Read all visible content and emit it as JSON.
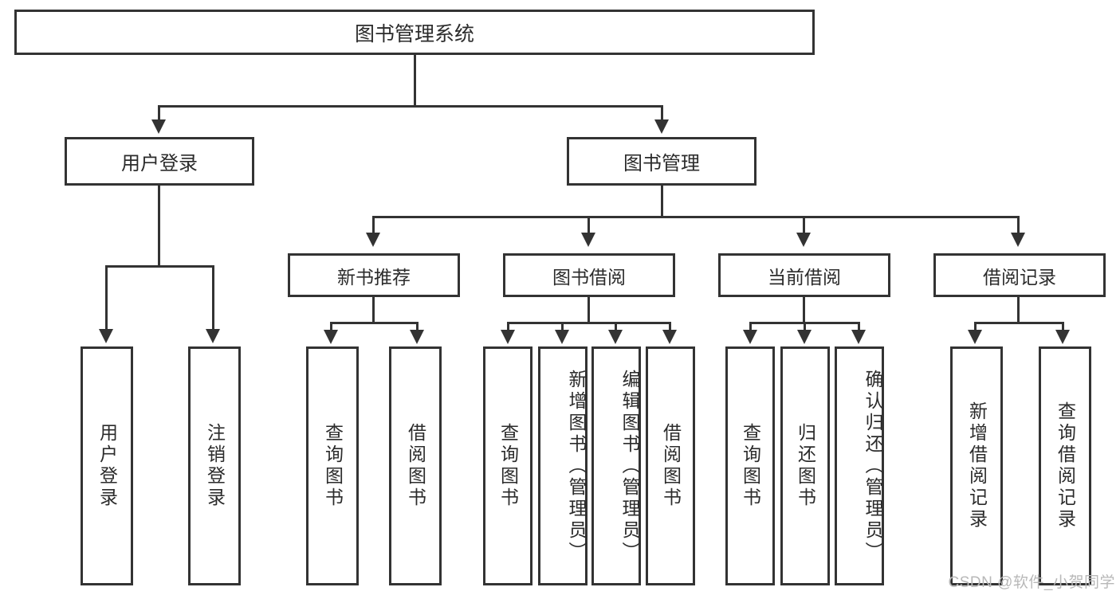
{
  "diagram": {
    "title": "图书管理系统",
    "type": "hierarchy-tree",
    "root": {
      "label": "图书管理系统"
    },
    "level1": [
      {
        "label": "用户登录"
      },
      {
        "label": "图书管理"
      }
    ],
    "level2": [
      {
        "label": "新书推荐",
        "parent": "图书管理"
      },
      {
        "label": "图书借阅",
        "parent": "图书管理"
      },
      {
        "label": "当前借阅",
        "parent": "图书管理"
      },
      {
        "label": "借阅记录",
        "parent": "图书管理"
      }
    ],
    "leaves": {
      "user_login": [
        {
          "label": "用户登录"
        },
        {
          "label": "注销登录"
        }
      ],
      "new_book_recommend": [
        {
          "label": "查询图书"
        },
        {
          "label": "借阅图书"
        }
      ],
      "book_borrow": [
        {
          "label": "查询图书"
        },
        {
          "label": "新增图书（管理员）"
        },
        {
          "label": "编辑图书（管理员）"
        },
        {
          "label": "借阅图书"
        }
      ],
      "current_borrow": [
        {
          "label": "查询图书"
        },
        {
          "label": "归还图书"
        },
        {
          "label": "确认归还（管理员）"
        }
      ],
      "borrow_record": [
        {
          "label": "新增借阅记录"
        },
        {
          "label": "查询借阅记录"
        }
      ]
    }
  },
  "watermark": {
    "text": "CSDN @软件_小贺同学"
  },
  "colors": {
    "stroke": "#333333",
    "text": "#2b2b2b",
    "background": "#ffffff",
    "watermark": "#b8b8b8"
  }
}
